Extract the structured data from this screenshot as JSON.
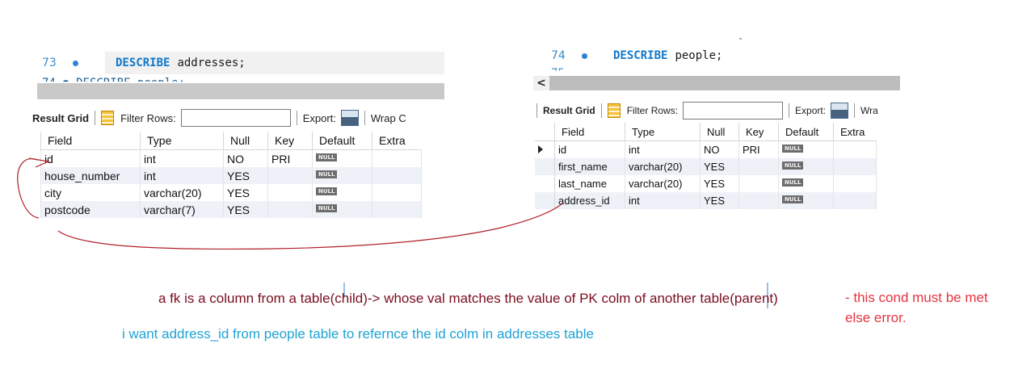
{
  "left_panel": {
    "editor": {
      "line_number": "73",
      "keyword": "DESCRIBE",
      "identifier": "addresses;",
      "next_line_partial": "74 ●    DESCRIBE people;"
    },
    "toolbar": {
      "result_grid_label": "Result Grid",
      "filter_rows_label": "Filter Rows:",
      "filter_rows_value": "",
      "export_label": "Export:",
      "wrap_label": "Wrap C"
    },
    "columns": [
      "Field",
      "Type",
      "Null",
      "Key",
      "Default",
      "Extra"
    ],
    "rows": [
      {
        "field": "id",
        "type": "int",
        "null": "NO",
        "key": "PRI",
        "default": "NULL",
        "extra": ""
      },
      {
        "field": "house_number",
        "type": "int",
        "null": "YES",
        "key": "",
        "default": "NULL",
        "extra": ""
      },
      {
        "field": "city",
        "type": "varchar(20)",
        "null": "YES",
        "key": "",
        "default": "NULL",
        "extra": ""
      },
      {
        "field": "postcode",
        "type": "varchar(7)",
        "null": "YES",
        "key": "",
        "default": "NULL",
        "extra": ""
      }
    ]
  },
  "right_panel": {
    "editor": {
      "line_number": "74",
      "keyword": "DESCRIBE",
      "identifier": "people;",
      "next_line_partial": "75"
    },
    "scroll_left_glyph": "<",
    "toolbar": {
      "result_grid_label": "Result Grid",
      "filter_rows_label": "Filter Rows:",
      "filter_rows_value": "",
      "export_label": "Export:",
      "wrap_label": "Wra"
    },
    "columns": [
      "Field",
      "Type",
      "Null",
      "Key",
      "Default",
      "Extra"
    ],
    "rows": [
      {
        "field": "id",
        "type": "int",
        "null": "NO",
        "key": "PRI",
        "default": "NULL",
        "extra": ""
      },
      {
        "field": "first_name",
        "type": "varchar(20)",
        "null": "YES",
        "key": "",
        "default": "NULL",
        "extra": ""
      },
      {
        "field": "last_name",
        "type": "varchar(20)",
        "null": "YES",
        "key": "",
        "default": "NULL",
        "extra": ""
      },
      {
        "field": "address_id",
        "type": "int",
        "null": "YES",
        "key": "",
        "default": "NULL",
        "extra": ""
      }
    ]
  },
  "notes": {
    "fk_definition": "a fk is a column from a table(child)-> whose val matches the value of PK colm of another table(parent)",
    "condition_line1": "- this cond must be met",
    "condition_line2": "else error.",
    "intent": "i want address_id from people table to refernce the id colm in addresses table"
  },
  "colors": {
    "note_dark_red": "#7a0e1f",
    "note_red": "#e5343f",
    "note_blue": "#1fa3d4",
    "annotation_stroke": "#b0202a",
    "keyword_blue": "#1177c9"
  }
}
